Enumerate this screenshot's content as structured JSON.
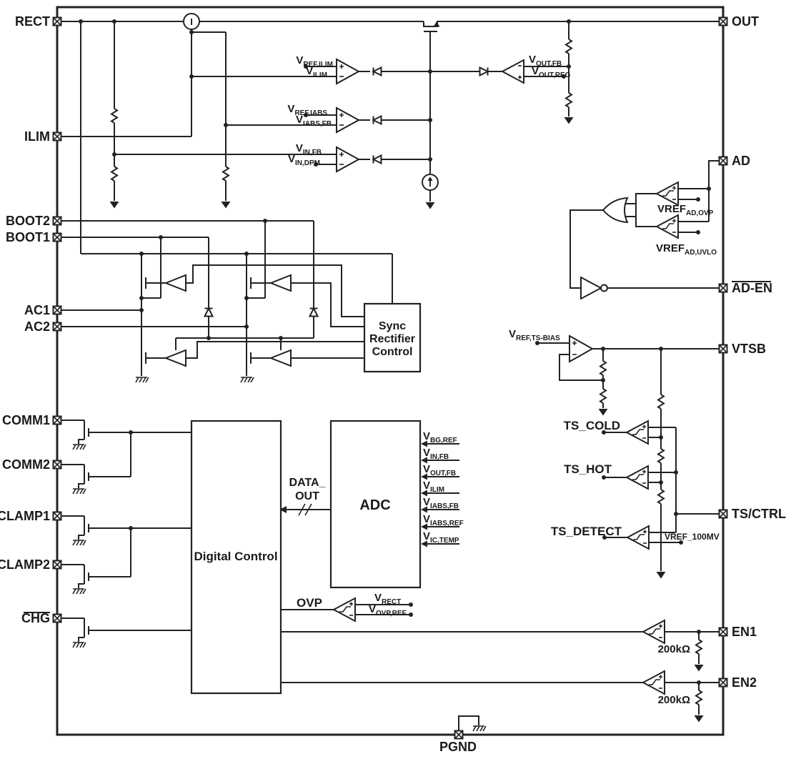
{
  "pins": {
    "left": [
      {
        "label": "RECT",
        "overline": false
      },
      {
        "label": "ILIM",
        "overline": false
      },
      {
        "label": "BOOT2",
        "overline": false
      },
      {
        "label": "BOOT1",
        "overline": false
      },
      {
        "label": "AC1",
        "overline": false
      },
      {
        "label": "AC2",
        "overline": false
      },
      {
        "label": "COMM1",
        "overline": false
      },
      {
        "label": "COMM2",
        "overline": false
      },
      {
        "label": "CLAMP1",
        "overline": false
      },
      {
        "label": "CLAMP2",
        "overline": false
      },
      {
        "label": "CHG",
        "overline": true
      }
    ],
    "right": [
      {
        "label": "OUT",
        "overline": false
      },
      {
        "label": "AD",
        "overline": false
      },
      {
        "label": "AD-EN",
        "overline": true
      },
      {
        "label": "VTSB",
        "overline": false
      },
      {
        "label": "TS/CTRL",
        "overline": false
      },
      {
        "label": "EN1",
        "overline": false
      },
      {
        "label": "EN2",
        "overline": false
      }
    ],
    "bottom": [
      {
        "label": "PGND",
        "overline": false
      }
    ]
  },
  "blocks": {
    "sync_rectifier_control": {
      "line1": "Sync",
      "line2": "Rectifier",
      "line3": "Control"
    },
    "digital_control": {
      "label": "Digital Control"
    },
    "adc": {
      "label": "ADC"
    }
  },
  "signals": {
    "vref_ilim": {
      "main": "V",
      "sub": "REF,ILIM"
    },
    "vilim": {
      "main": "V",
      "sub": "ILIM"
    },
    "vref_iabs": {
      "main": "V",
      "sub": "REF,IABS"
    },
    "viabs_fb": {
      "main": "V",
      "sub": "IABS,FB"
    },
    "vin_fb": {
      "main": "V",
      "sub": "IN,FB"
    },
    "vin_dpm": {
      "main": "V",
      "sub": "IN,DPM"
    },
    "vout_fb": {
      "main": "V",
      "sub": "OUT,FB"
    },
    "vout_reg": {
      "main": "V",
      "sub": "OUT,REG"
    },
    "vref_ad_ovp": {
      "main": "VREF",
      "sub": "AD,OVP"
    },
    "vref_ad_uvlo": {
      "main": "VREF",
      "sub": "AD,UVLO"
    },
    "vref_ts_bias": {
      "main": "V",
      "sub": "REF,TS-BIAS"
    },
    "ts_cold": "TS_COLD",
    "ts_hot": "TS_HOT",
    "ts_detect": "TS_DETECT",
    "vref_100mv": "VREF_100MV",
    "data_out_line1": "DATA_",
    "data_out_line2": "OUT",
    "ovp": "OVP",
    "vrect": {
      "main": "V",
      "sub": "RECT"
    },
    "vovp_ref": {
      "main": "V",
      "sub": "OVP,REF"
    },
    "current_source": "I",
    "resistor_200k": "200kΩ"
  },
  "adc_inputs": [
    {
      "main": "V",
      "sub": "BG,REF"
    },
    {
      "main": "V",
      "sub": "IN,FB"
    },
    {
      "main": "V",
      "sub": "OUT,FB"
    },
    {
      "main": "V",
      "sub": "ILIM"
    },
    {
      "main": "V",
      "sub": "IABS,FB"
    },
    {
      "main": "V",
      "sub": "IABS,REF"
    },
    {
      "main": "V",
      "sub": "IC,TEMP"
    }
  ]
}
